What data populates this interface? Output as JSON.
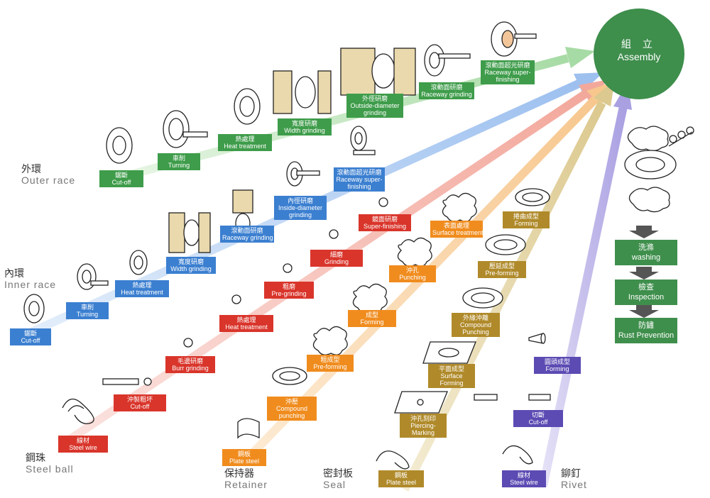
{
  "assembly": {
    "zh": "組 立",
    "en": "Assembly"
  },
  "colors": {
    "outer": "#3e9c4a",
    "inner": "#3b7fd0",
    "ball": "#d9352b",
    "retainer": "#f08c1e",
    "seal": "#b08a2a",
    "rivet": "#5b4bb3"
  },
  "rows": {
    "outer": {
      "zh": "外環",
      "en": "Outer race"
    },
    "inner": {
      "zh": "內環",
      "en": "Inner race"
    },
    "ball": {
      "zh": "鋼珠",
      "en": "Steel ball"
    },
    "retainer": {
      "zh": "保持器",
      "en": "Retainer"
    },
    "seal": {
      "zh": "密封板",
      "en": "Seal"
    },
    "rivet": {
      "zh": "鉚釘",
      "en": "Rivet"
    }
  },
  "outer_steps": [
    {
      "zh": "鋸斷",
      "en": "Cut-off"
    },
    {
      "zh": "車削",
      "en": "Turning"
    },
    {
      "zh": "熱處理",
      "en": "Heat treatment"
    },
    {
      "zh": "寬度研磨",
      "en": "Width grinding"
    },
    {
      "zh": "外徑研磨",
      "en": "Outside-diameter",
      "en2": "grinding"
    },
    {
      "zh": "滾動面研磨",
      "en": "Raceway grinding"
    },
    {
      "zh": "滾動面超光研磨",
      "en": "Raceway super-",
      "en2": "finishing"
    }
  ],
  "inner_steps": [
    {
      "zh": "鋸斷",
      "en": "Cut-off"
    },
    {
      "zh": "車削",
      "en": "Turning"
    },
    {
      "zh": "熱處理",
      "en": "Heat treatment"
    },
    {
      "zh": "寬度研磨",
      "en": "Width grinding"
    },
    {
      "zh": "滾動面研磨",
      "en": "Raceway grinding"
    },
    {
      "zh": "內徑研磨",
      "en": "Inside-diameter",
      "en2": "grinding"
    },
    {
      "zh": "滾動面超光研磨",
      "en": "Raceway super-",
      "en2": "finishing"
    }
  ],
  "ball_steps": [
    {
      "zh": "線材",
      "en": "Steel wire"
    },
    {
      "zh": "沖製粗坏",
      "en": "Cut-off"
    },
    {
      "zh": "毛邊研磨",
      "en": "Burr grinding"
    },
    {
      "zh": "熱處理",
      "en": "Heat treatment"
    },
    {
      "zh": "粗磨",
      "en": "Pre-grinding"
    },
    {
      "zh": "細磨",
      "en": "Grinding"
    },
    {
      "zh": "鏡面研磨",
      "en": "Super-finishing"
    }
  ],
  "retainer_steps": [
    {
      "zh": "鋼板",
      "en": "Plate steel"
    },
    {
      "zh": "沖壓",
      "en": "Compound",
      "en2": "punching"
    },
    {
      "zh": "粗成型",
      "en": "Pre-forming"
    },
    {
      "zh": "成型",
      "en": "Forming"
    },
    {
      "zh": "沖孔",
      "en": "Punching"
    },
    {
      "zh": "表面處理",
      "en": "Surface treatment"
    }
  ],
  "seal_steps": [
    {
      "zh": "鋼板",
      "en": "Plate steel"
    },
    {
      "zh": "沖孔刻印",
      "en": "Piercing-",
      "en2": "Marking"
    },
    {
      "zh": "平面成型",
      "en": "Surface",
      "en2": "Forming"
    },
    {
      "zh": "外緣沖離",
      "en": "Compound",
      "en2": "Punching"
    },
    {
      "zh": "壓延成型",
      "en": "Pre-forming"
    },
    {
      "zh": "捲曲成型",
      "en": "Forming"
    }
  ],
  "rivet_steps": [
    {
      "zh": "線材",
      "en": "Steel wire"
    },
    {
      "zh": "切斷",
      "en": "Cut-off"
    },
    {
      "zh": "圓頭成型",
      "en": "Forming"
    }
  ],
  "final_steps": [
    {
      "zh": "洗滌",
      "en": "washing"
    },
    {
      "zh": "檢查",
      "en": "Inspection"
    },
    {
      "zh": "防鏽",
      "en": "Rust Prevention"
    }
  ]
}
